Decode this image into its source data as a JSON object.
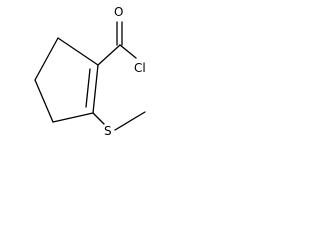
{
  "molecule": {
    "atoms": {
      "oxygen": "O",
      "chlorine": "Cl",
      "sulfur": "S"
    }
  }
}
